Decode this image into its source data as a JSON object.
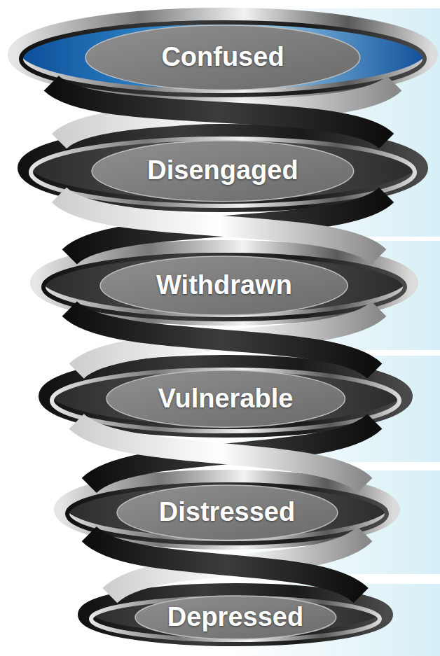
{
  "diagram": {
    "nodes": [
      {
        "text": [
          "Confused"
        ]
      },
      {
        "text": [
          "Disengaged"
        ]
      },
      {
        "text": [
          "Withdrawn"
        ]
      },
      {
        "text": [
          "Vulnerable"
        ]
      },
      {
        "text": [
          "Distressed"
        ]
      },
      {
        "text": [
          "Depressed"
        ]
      }
    ]
  }
}
